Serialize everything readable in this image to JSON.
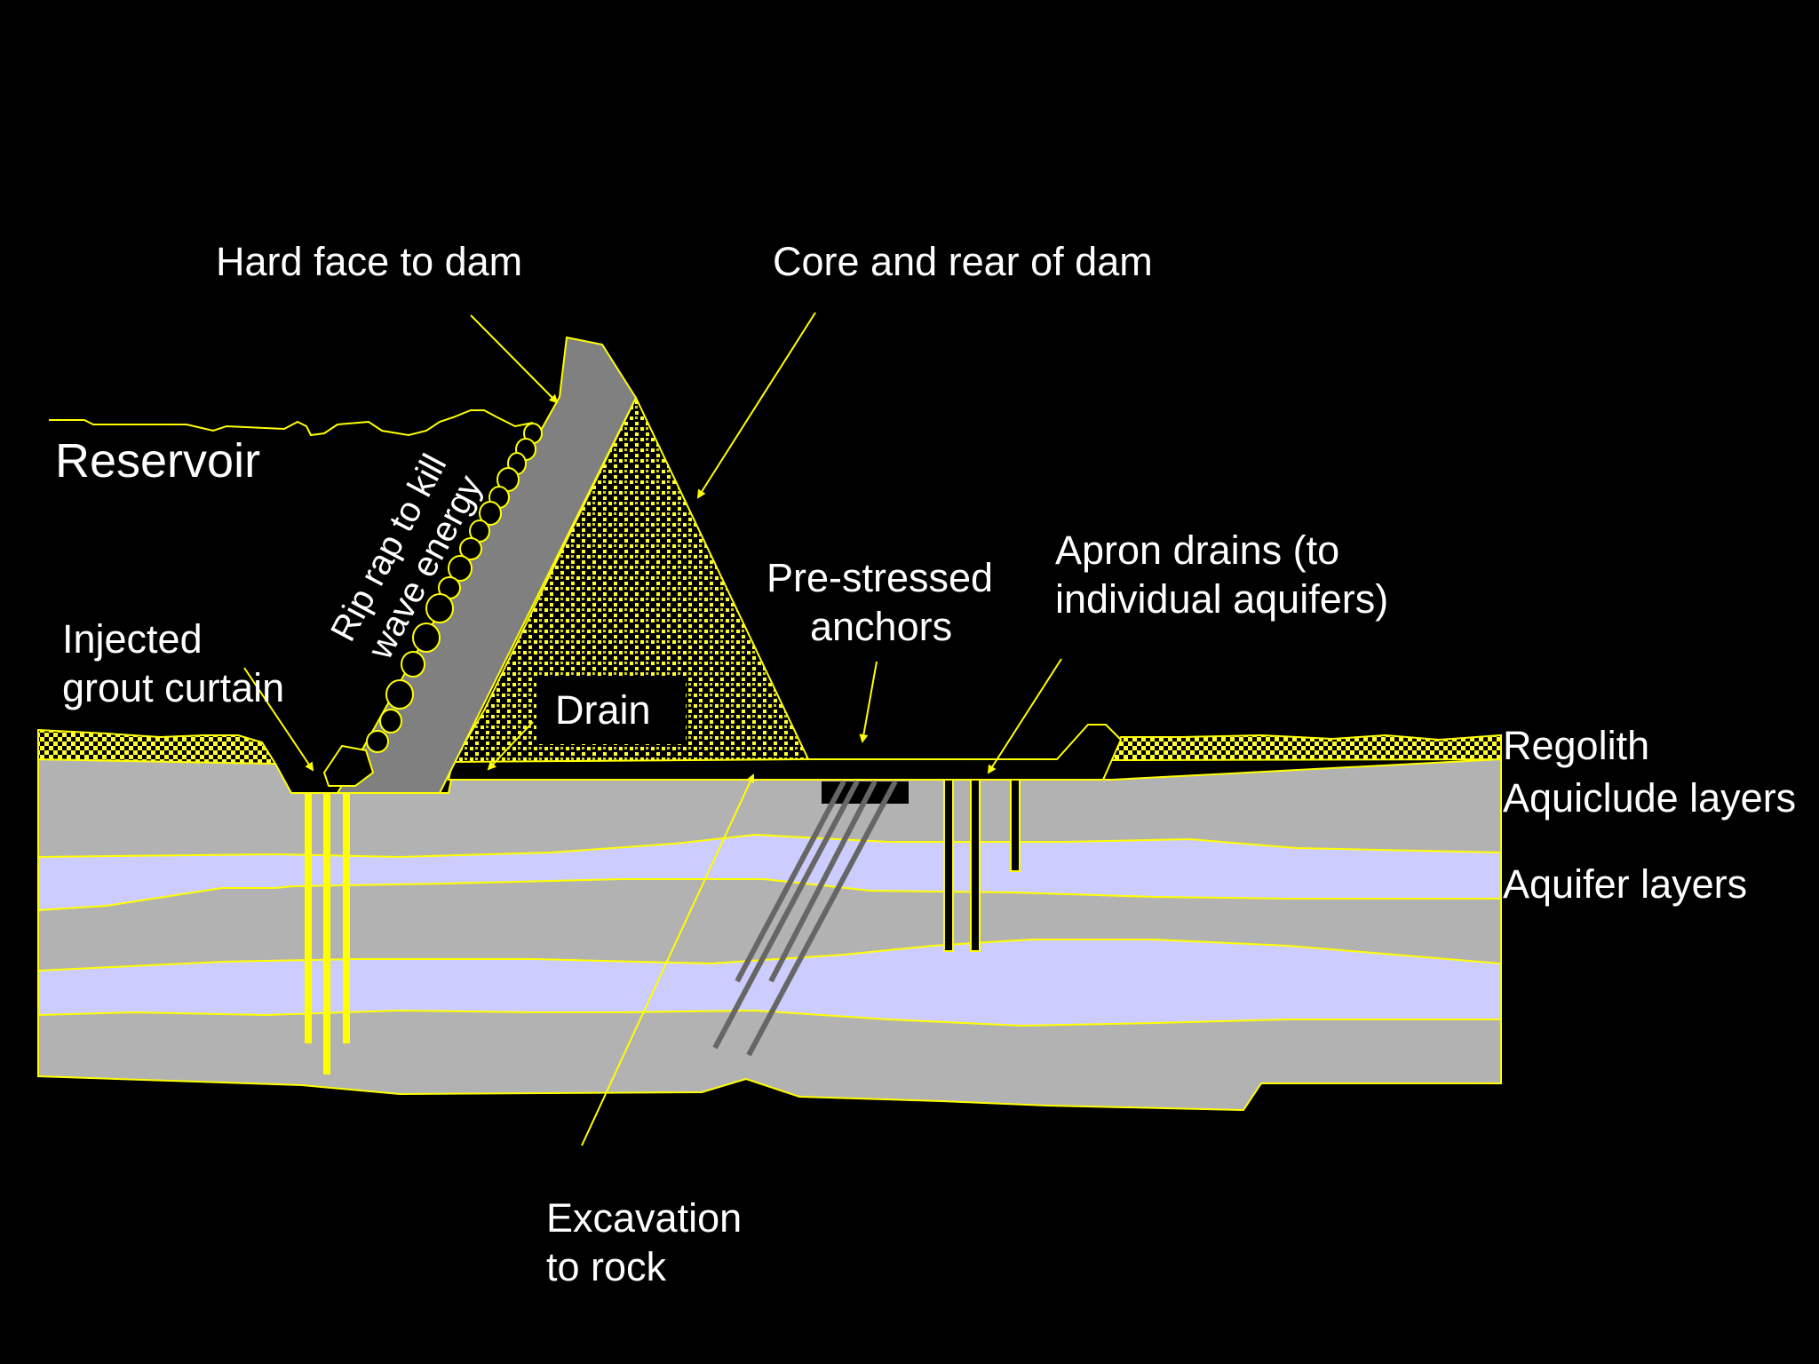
{
  "diagram": {
    "labels": {
      "hard_face": "Hard face to dam",
      "core_rear": "Core and rear of dam",
      "reservoir": "Reservoir",
      "rip_rap_line1": "Rip rap to kill",
      "rip_rap_line2": "wave energy",
      "grout_line1": "Injected",
      "grout_line2": "grout curtain",
      "drain": "Drain",
      "anchors_line1": "Pre-stressed",
      "anchors_line2": "anchors",
      "apron_line1": "Apron drains (to",
      "apron_line2": "individual aquifers)",
      "regolith": "Regolith",
      "aquiclude": "Aquiclude layers",
      "aquifer": "Aquifer layers",
      "excavation_line1": "Excavation",
      "excavation_line2": "to rock"
    },
    "colors": {
      "background": "#000000",
      "outline_yellow": "#ffff00",
      "aquiclude_gray": "#b2b2b2",
      "aquifer_lavender": "#ccccff",
      "dam_face_gray": "#808080",
      "anchor_gray": "#666666",
      "text_white": "#ffffff"
    }
  }
}
